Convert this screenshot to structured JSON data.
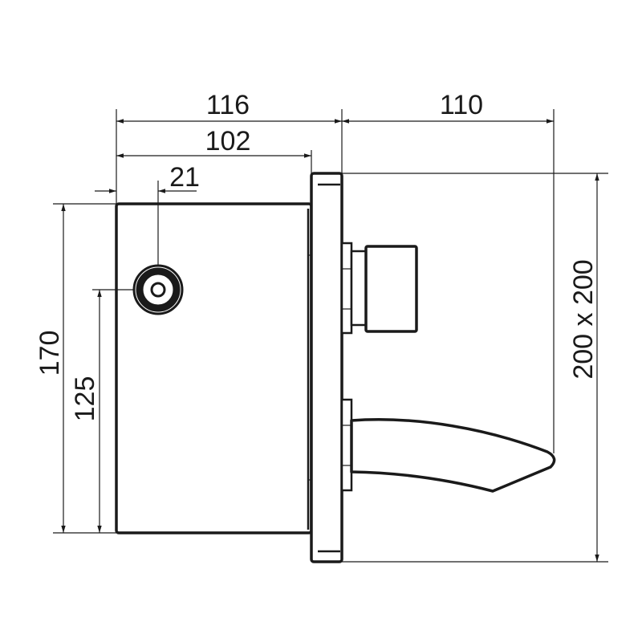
{
  "dimensions": {
    "overall_depth": "116",
    "body_depth": "102",
    "sensor_offset": "21",
    "spout_projection": "110",
    "body_height": "170",
    "sensor_height": "125",
    "plate_size": "200 x 200"
  },
  "colors": {
    "line": "#1a1a1a",
    "background": "#ffffff"
  }
}
